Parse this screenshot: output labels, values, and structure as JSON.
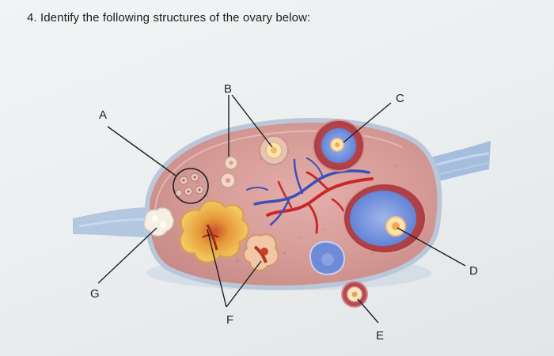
{
  "question": {
    "text": "4. Identify the following structures of the ovary below:"
  },
  "labels": {
    "a": "A",
    "b": "B",
    "c": "C",
    "d": "D",
    "e": "E",
    "f": "F",
    "g": "G"
  }
}
